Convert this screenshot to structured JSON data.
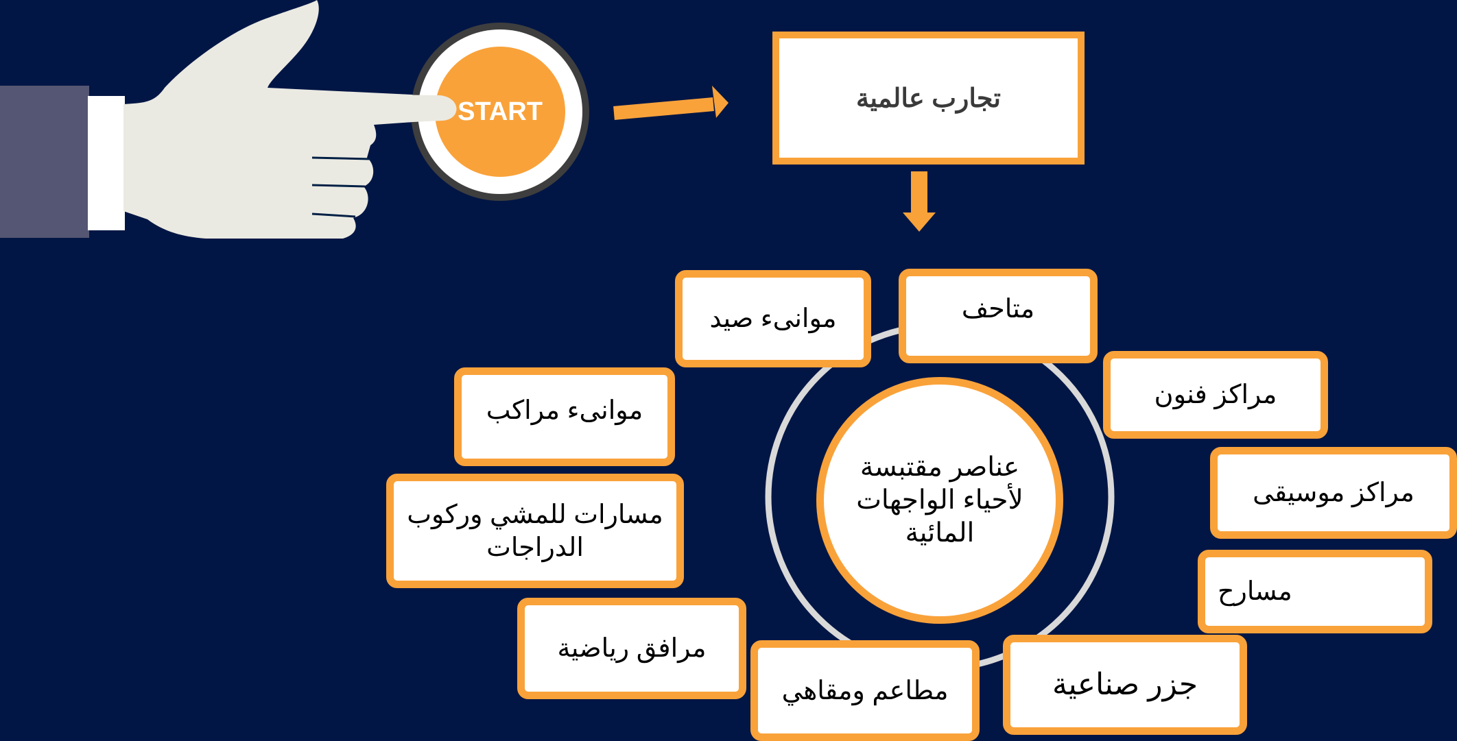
{
  "start_button": {
    "label": "START"
  },
  "top_box": {
    "label": "تجارب عالمية"
  },
  "center": {
    "label": "عناصر مقتبسة لأحياء الواجهات المائية"
  },
  "nodes": [
    {
      "label": "متاحف"
    },
    {
      "label": "مراكز فنون"
    },
    {
      "label": "مراكز موسيقى"
    },
    {
      "label": "مسارح"
    },
    {
      "label": "جزر صناعية"
    },
    {
      "label": "مطاعم ومقاهي"
    },
    {
      "label": "مرافق رياضية"
    },
    {
      "label": "مسارات للمشي وركوب الدراجات"
    },
    {
      "label": "موانىء مراكب"
    },
    {
      "label": "موانىء صيد"
    }
  ],
  "colors": {
    "background": "#021645",
    "accent": "#F9A23A",
    "ring": "#D9D9D9",
    "hand": "#EBEAE2",
    "sleeve": "#555673"
  }
}
